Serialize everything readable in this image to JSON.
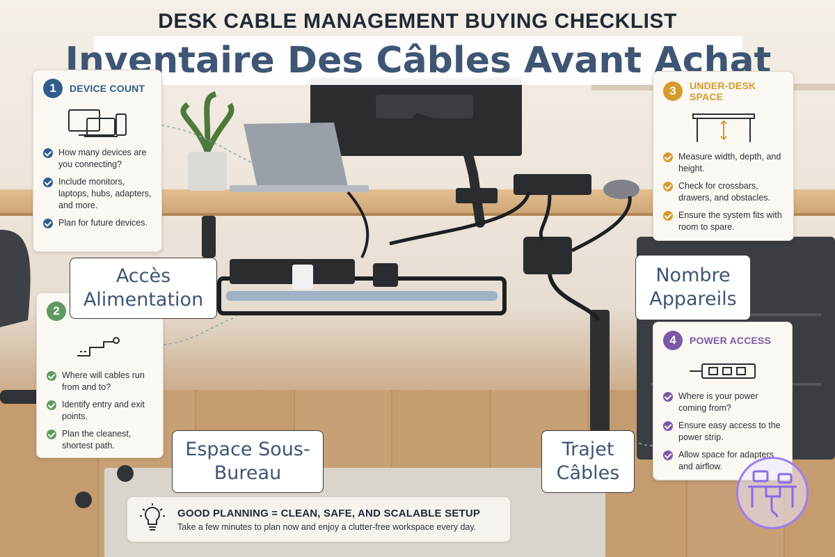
{
  "title": "DESK CABLE MANAGEMENT BUYING CHECKLIST",
  "overlay_title": "Inventaire Des Câbles Avant Achat",
  "colors": {
    "blue": "#2f5d8c",
    "green": "#5f9a63",
    "gold": "#d79a2b",
    "purple": "#7a5aa8"
  },
  "cards": [
    {
      "number": "1",
      "title": "DEVICE COUNT",
      "icon": "devices-icon",
      "items": [
        "How many devices are you connecting?",
        "Include monitors, laptops, hubs, adapters, and more.",
        "Plan for future devices."
      ]
    },
    {
      "number": "2",
      "title": "",
      "icon": "cable-route-icon",
      "items": [
        "Where will cables run from and to?",
        "Identify entry and exit points.",
        "Plan the cleanest, shortest path."
      ]
    },
    {
      "number": "3",
      "title": "UNDER-DESK SPACE",
      "icon": "desk-measure-icon",
      "items": [
        "Measure width, depth, and height.",
        "Check for crossbars, drawers, and obstacles.",
        "Ensure the system fits with room to spare."
      ]
    },
    {
      "number": "4",
      "title": "POWER ACCESS",
      "icon": "power-strip-icon",
      "items": [
        "Where is your power coming from?",
        "Ensure easy access to the power strip.",
        "Allow space for adapters and airflow."
      ]
    }
  ],
  "labels": {
    "power_access": "Accès Alimentation",
    "device_count": "Nombre Appareils",
    "under_desk": "Espace Sous-Bureau",
    "cable_path": "Trajet Câbles"
  },
  "banner": {
    "icon": "lightbulb-icon",
    "heading": "GOOD PLANNING = CLEAN, SAFE, AND SCALABLE SETUP",
    "subtext": "Take a few minutes to plan now and enjoy a clutter-free workspace every day."
  }
}
